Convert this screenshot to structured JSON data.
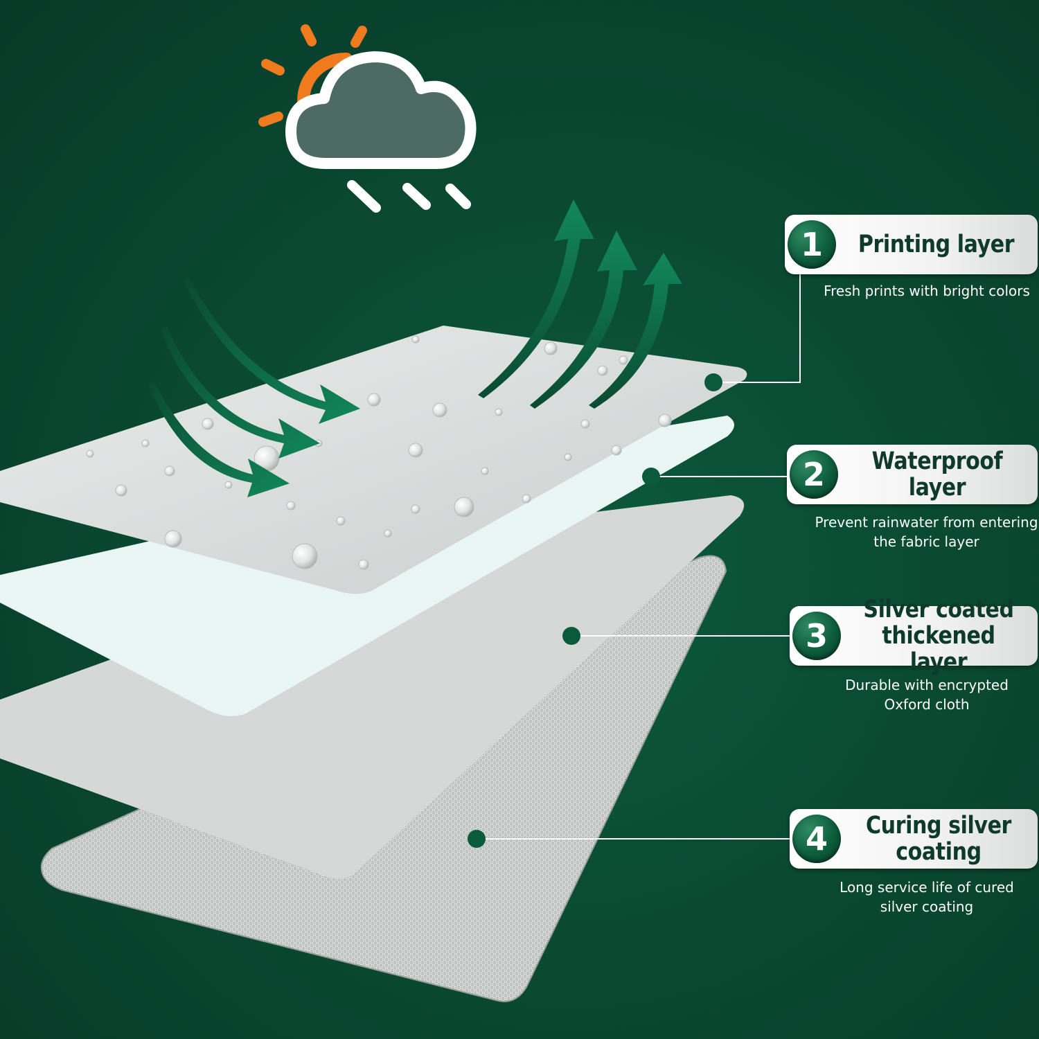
{
  "layers": [
    {
      "number": "1",
      "title": "Printing layer",
      "description": "Fresh prints with bright colors"
    },
    {
      "number": "2",
      "title": "Waterproof layer",
      "description": "Prevent rainwater from entering the fabric layer"
    },
    {
      "number": "3",
      "title": "Silver coated thickened layer",
      "description": "Durable with encrypted Oxford cloth"
    },
    {
      "number": "4",
      "title": "Curing silver coating",
      "description": "Long service life of cured silver coating"
    }
  ],
  "colors": {
    "background": "#0a4a33",
    "arrow": "#0f7a50",
    "sun": "#f07a1e",
    "cloud": "#4d6b62",
    "connector": "#ffffff",
    "dot": "#0b5a3c"
  },
  "icons": [
    "sun-icon",
    "cloud-icon",
    "rain-icon",
    "arrow-icon"
  ]
}
